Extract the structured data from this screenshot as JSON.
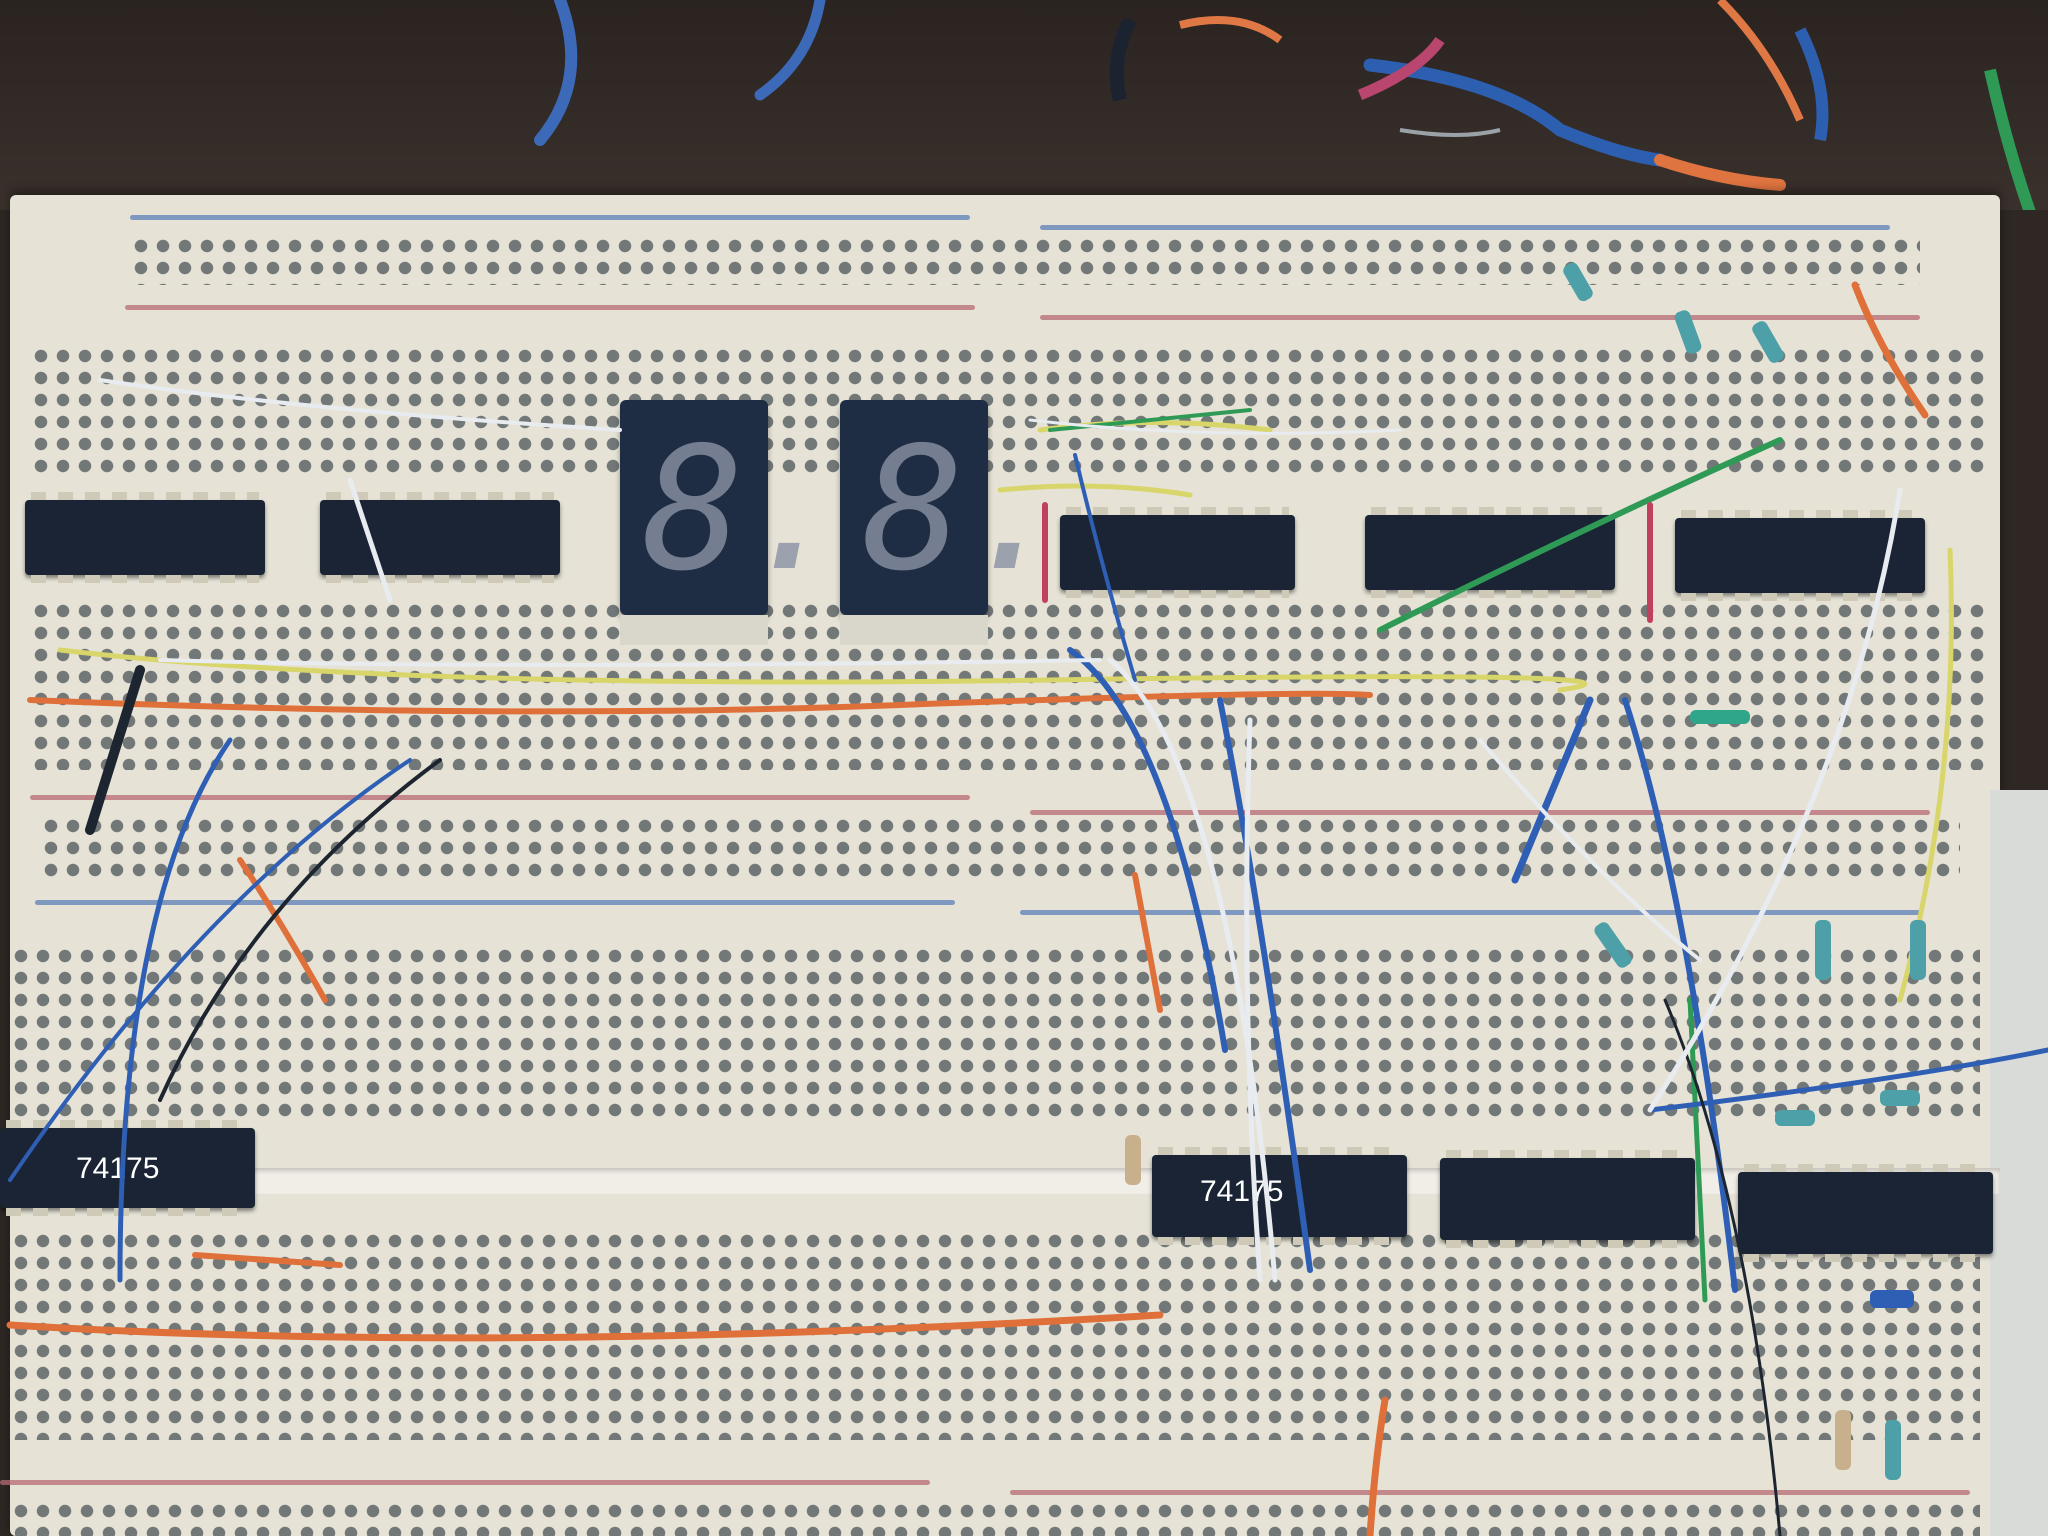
{
  "scene": {
    "subject": "breadboard circuit with ICs, two 7-segment displays, resistors and jumper wires",
    "labels": [
      {
        "text": "74175",
        "chip": "lower-left IC"
      },
      {
        "text": "74175",
        "chip": "lower-middle IC"
      }
    ],
    "displays": [
      {
        "glyph": "8."
      },
      {
        "glyph": "8."
      }
    ]
  },
  "colors": {
    "board": "#e6e3d6",
    "rail_blue": "#5b7fb8",
    "rail_red": "#b76a73",
    "chip": "#1a2434",
    "display": "#1e2c44",
    "wire_orange": "#e0703a",
    "wire_blue": "#2f5fb5",
    "wire_yellow": "#d8d56a",
    "wire_green": "#2f9a55",
    "wire_white": "#e8ecf0",
    "table": "#2e2724"
  }
}
